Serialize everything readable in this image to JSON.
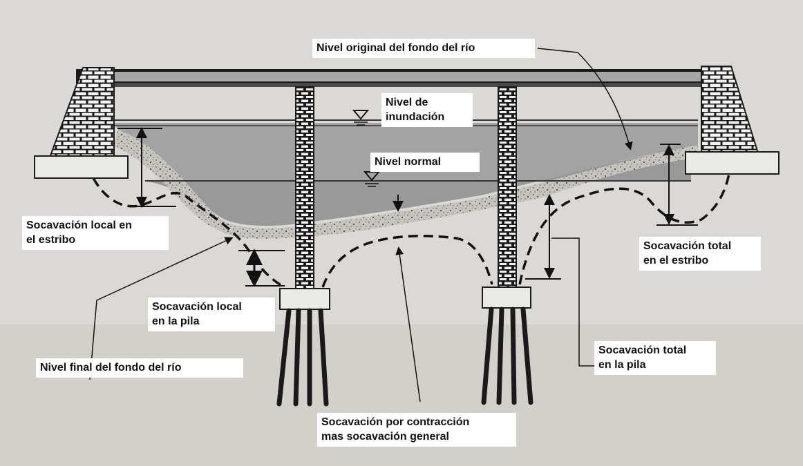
{
  "colors": {
    "background": "#dcd9d4",
    "water": "#a3a3a3",
    "sediment": "#c7c4bd",
    "structure_dark": "#1a1a1a",
    "brick_face": "#f2f2f0",
    "label_background": "#ffffff",
    "label_text": "#111111"
  },
  "labels": {
    "nivel_original": "Nivel original del fondo del río",
    "nivel_inundacion": "Nivel de\ninundación",
    "nivel_normal": "Nivel normal",
    "socavacion_local_estribo": "Socavación local en\nel estribo",
    "socavacion_total_estribo": "Socavación total\nen el estribo",
    "socavacion_local_pila": "Socavación local\nen la pila",
    "nivel_final": "Nivel final del fondo del río",
    "socavacion_total_pila": "Socavación total\nen la pila",
    "socavacion_contraccion": "Socavación por contracción\nmas socavación general"
  },
  "icons": {
    "water_level_symbol": "inverted-triangle-icon",
    "dimension_arrow": "double-arrow-icon",
    "pile": "pile-foundation"
  }
}
